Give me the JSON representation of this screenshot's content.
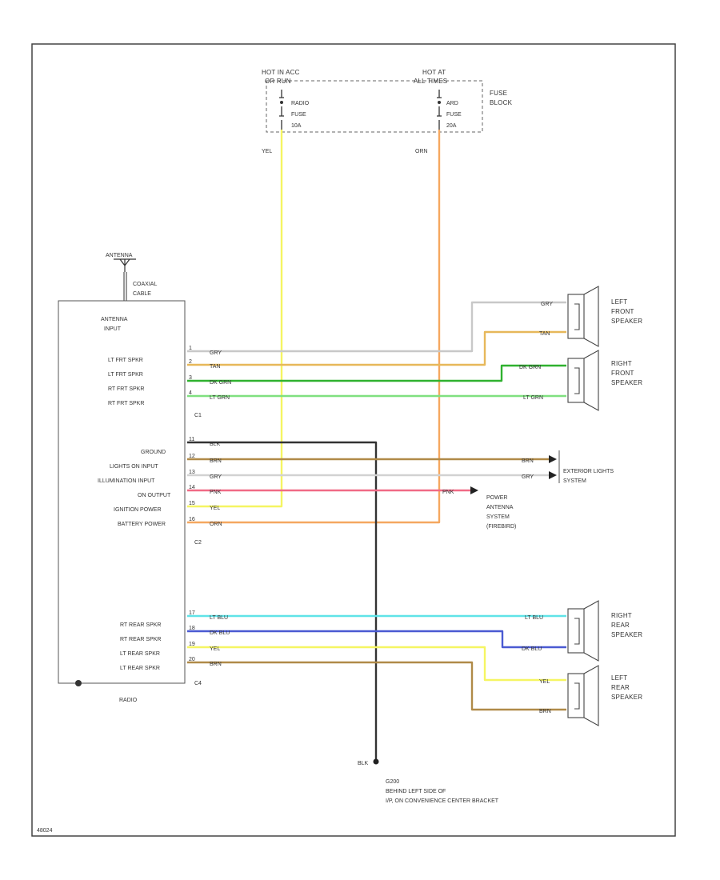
{
  "colors": {
    "GRY": "#bdbdbd",
    "TAN": "#e7b85a",
    "DK_GRN": "#2fb12f",
    "LT_GRN": "#7fe07f",
    "BLK": "#333333",
    "BRN": "#b08a48",
    "PNK": "#f06a86",
    "YEL": "#f5f562",
    "ORN": "#f5a860",
    "LT_BLU": "#5fe3e8",
    "DK_BLU": "#4a5ad2"
  },
  "fuse_block": {
    "hot_left_1": "HOT IN ACC",
    "hot_left_2": "OR RUN",
    "hot_right_1": "HOT AT",
    "hot_right_2": "ALL TIMES",
    "radio_fuse": [
      "RADIO",
      "FUSE",
      "10A"
    ],
    "ard_fuse": [
      "ARD",
      "FUSE",
      "20A"
    ],
    "label": [
      "FUSE",
      "BLOCK"
    ]
  },
  "antenna": {
    "label": "ANTENNA",
    "cable": [
      "COAXIAL",
      "CABLE"
    ]
  },
  "radio": {
    "antenna_input": [
      "ANTENNA",
      "INPUT"
    ],
    "name": "RADIO",
    "c1": {
      "name": "C1",
      "pins": [
        {
          "label": "LT FRT SPKR",
          "pin": "1",
          "wire": "GRY"
        },
        {
          "label": "LT FRT SPKR",
          "pin": "2",
          "wire": "TAN"
        },
        {
          "label": "RT FRT SPKR",
          "pin": "3",
          "wire": "DK GRN"
        },
        {
          "label": "RT FRT SPKR",
          "pin": "4",
          "wire": "LT GRN"
        }
      ]
    },
    "c2": {
      "name": "C2",
      "pins": [
        {
          "label": "GROUND",
          "pin": "11",
          "wire": "BLK"
        },
        {
          "label": "LIGHTS ON INPUT",
          "pin": "12",
          "wire": "BRN"
        },
        {
          "label": "ILLUMINATION INPUT",
          "pin": "13",
          "wire": "GRY"
        },
        {
          "label": "ON OUTPUT",
          "pin": "14",
          "wire": "PNK"
        },
        {
          "label": "IGNITION POWER",
          "pin": "15",
          "wire": "YEL"
        },
        {
          "label": "BATTERY POWER",
          "pin": "16",
          "wire": "ORN"
        }
      ]
    },
    "c4": {
      "name": "C4",
      "pins": [
        {
          "label": "RT REAR SPKR",
          "pin": "17",
          "wire": "LT BLU"
        },
        {
          "label": "RT REAR SPKR",
          "pin": "18",
          "wire": "DK BLU"
        },
        {
          "label": "LT REAR SPKR",
          "pin": "19",
          "wire": "YEL"
        },
        {
          "label": "LT REAR SPKR",
          "pin": "20",
          "wire": "BRN"
        }
      ]
    }
  },
  "wire_labels": {
    "yel_top": "YEL",
    "orn_top": "ORN",
    "gry_spk": "GRY",
    "tan_spk": "TAN",
    "dkgrn_spk": "DK GRN",
    "ltgrn_spk": "LT GRN",
    "brn_ext": "BRN",
    "gry_ext": "GRY",
    "pnk_ext": "PNK",
    "ltblu_spk": "LT BLU",
    "dkblu_spk": "DK BLU",
    "yel_spk": "YEL",
    "brn_spk": "BRN",
    "blk_ground": "BLK"
  },
  "speakers": {
    "left_front": [
      "LEFT",
      "FRONT",
      "SPEAKER"
    ],
    "right_front": [
      "RIGHT",
      "FRONT",
      "SPEAKER"
    ],
    "right_rear": [
      "RIGHT",
      "REAR",
      "SPEAKER"
    ],
    "left_rear": [
      "LEFT",
      "REAR",
      "SPEAKER"
    ]
  },
  "exterior_lights": [
    "EXTERIOR LIGHTS",
    "SYSTEM"
  ],
  "power_antenna": [
    "POWER",
    "ANTENNA",
    "SYSTEM",
    "(FIREBIRD)"
  ],
  "ground": [
    "G200",
    "BEHIND LEFT SIDE OF",
    "I/P, ON CONVENIENCE CENTER BRACKET"
  ],
  "footer_code": "48024"
}
